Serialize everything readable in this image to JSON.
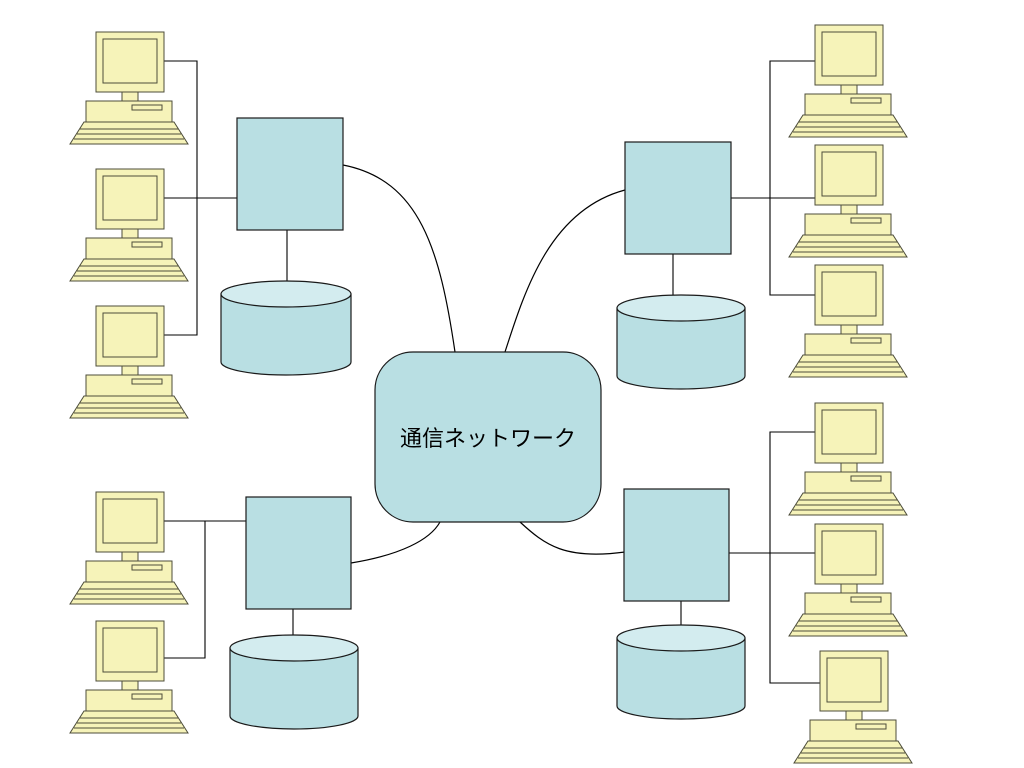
{
  "hub": {
    "label": "通信ネットワーク"
  },
  "colors": {
    "server_fill": "#b9dfe3",
    "terminal_fill": "#f6f3b9",
    "stroke": "#1a1a1a"
  },
  "icons": {
    "hub": "rounded-rectangle",
    "server": "rectangle-box",
    "storage": "cylinder-disk-icon",
    "terminal": "desktop-computer-icon"
  },
  "groups": [
    {
      "id": "top-left",
      "terminals": 3
    },
    {
      "id": "top-right",
      "terminals": 3
    },
    {
      "id": "bottom-left",
      "terminals": 2
    },
    {
      "id": "bottom-right",
      "terminals": 3
    }
  ]
}
